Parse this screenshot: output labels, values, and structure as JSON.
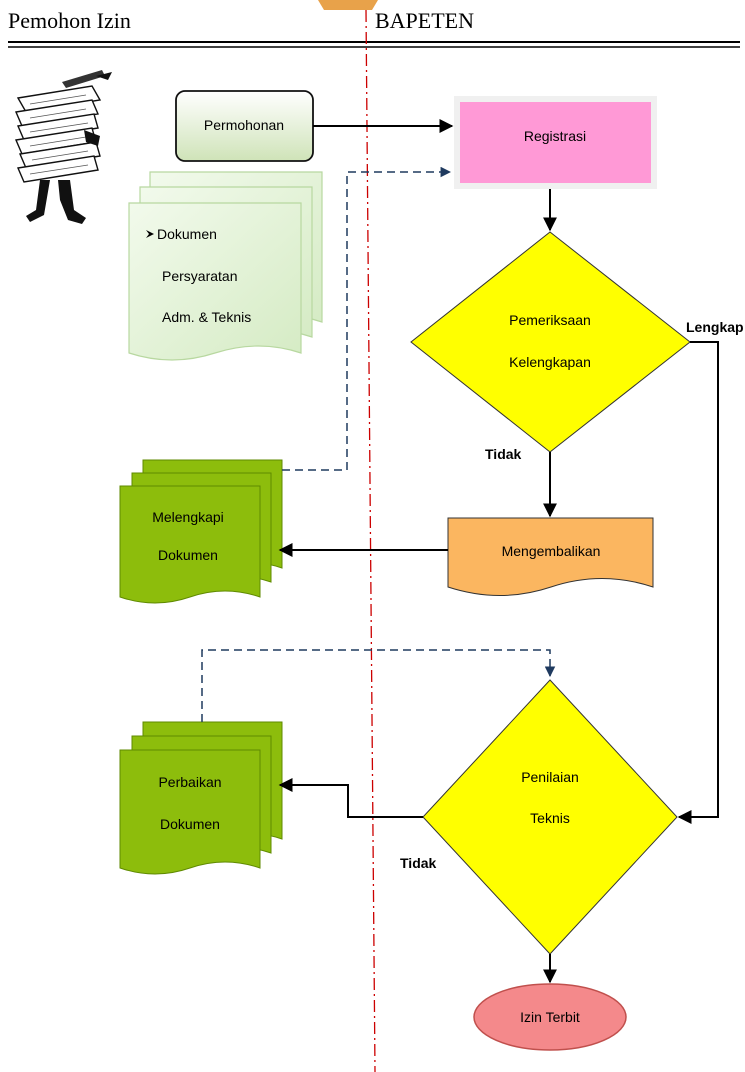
{
  "lanes": {
    "left": "Pemohon Izin",
    "right": "BAPETEN"
  },
  "nodes": {
    "permohonan": "Permohonan",
    "registrasi": "Registrasi",
    "dokumen_line1": "Dokumen",
    "dokumen_line2": "Persyaratan",
    "dokumen_line3": "Adm. & Teknis",
    "pemeriksaan_line1": "Pemeriksaan",
    "pemeriksaan_line2": "Kelengkapan",
    "mengembalikan": "Mengembalikan",
    "melengkapi_line1": "Melengkapi",
    "melengkapi_line2": "Dokumen",
    "penilaian_line1": "Penilaian",
    "penilaian_line2": "Teknis",
    "perbaikan_line1": "Perbaikan",
    "perbaikan_line2": "Dokumen",
    "izin_terbit": "Izin Terbit"
  },
  "edge_labels": {
    "lengkap": "Lengkap",
    "tidak_1": "Tidak",
    "tidak_2": "Tidak"
  },
  "colors": {
    "registrasi": "#ff99d6",
    "diamond": "#ffff00",
    "mengembalikan": "#fbb660",
    "green_doc": "#8dbd0c",
    "pale_doc": "#e8f5dc",
    "izin_terbit": "#f4898b",
    "permohonan": "#e4f0d6",
    "divider": "#cc0000",
    "dashed_arrow": "#1f3a5f"
  },
  "icons": {
    "applicant": "person-carrying-papers-icon",
    "bullet": "arrowhead-bullet-icon"
  }
}
